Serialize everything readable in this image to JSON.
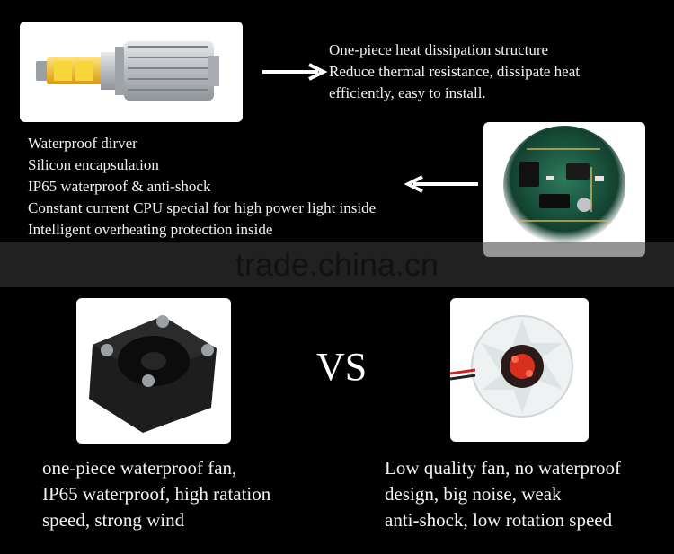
{
  "top_right_features": {
    "lines": [
      "One-piece heat dissipation structure",
      "Reduce thermal resistance, dissipate heat",
      "efficiently, easy to install."
    ]
  },
  "left_features": {
    "lines": [
      "Waterproof dirver",
      "Silicon encapsulation",
      "IP65 waterproof & anti-shock",
      "Constant current CPU special for high power light inside",
      "Intelligent overheating protection inside"
    ]
  },
  "watermark": {
    "text": "trade.china.cn"
  },
  "comparison": {
    "vs_label": "VS",
    "left_caption": [
      "one-piece waterproof fan,",
      "IP65 waterproof, high ratation",
      "speed, strong wind"
    ],
    "right_caption": [
      "Low quality fan, no waterproof",
      "design, big noise, weak",
      "anti-shock, low rotation speed"
    ]
  },
  "colors": {
    "background": "#000000",
    "panel": "#ffffff",
    "bulb_silver": "#c8ccd0",
    "led_yellow": "#f2c21b",
    "pcb_green": "#1f5e47",
    "fan_red": "#d83020"
  },
  "icons": [
    "right-arrow-icon",
    "left-arrow-icon"
  ]
}
